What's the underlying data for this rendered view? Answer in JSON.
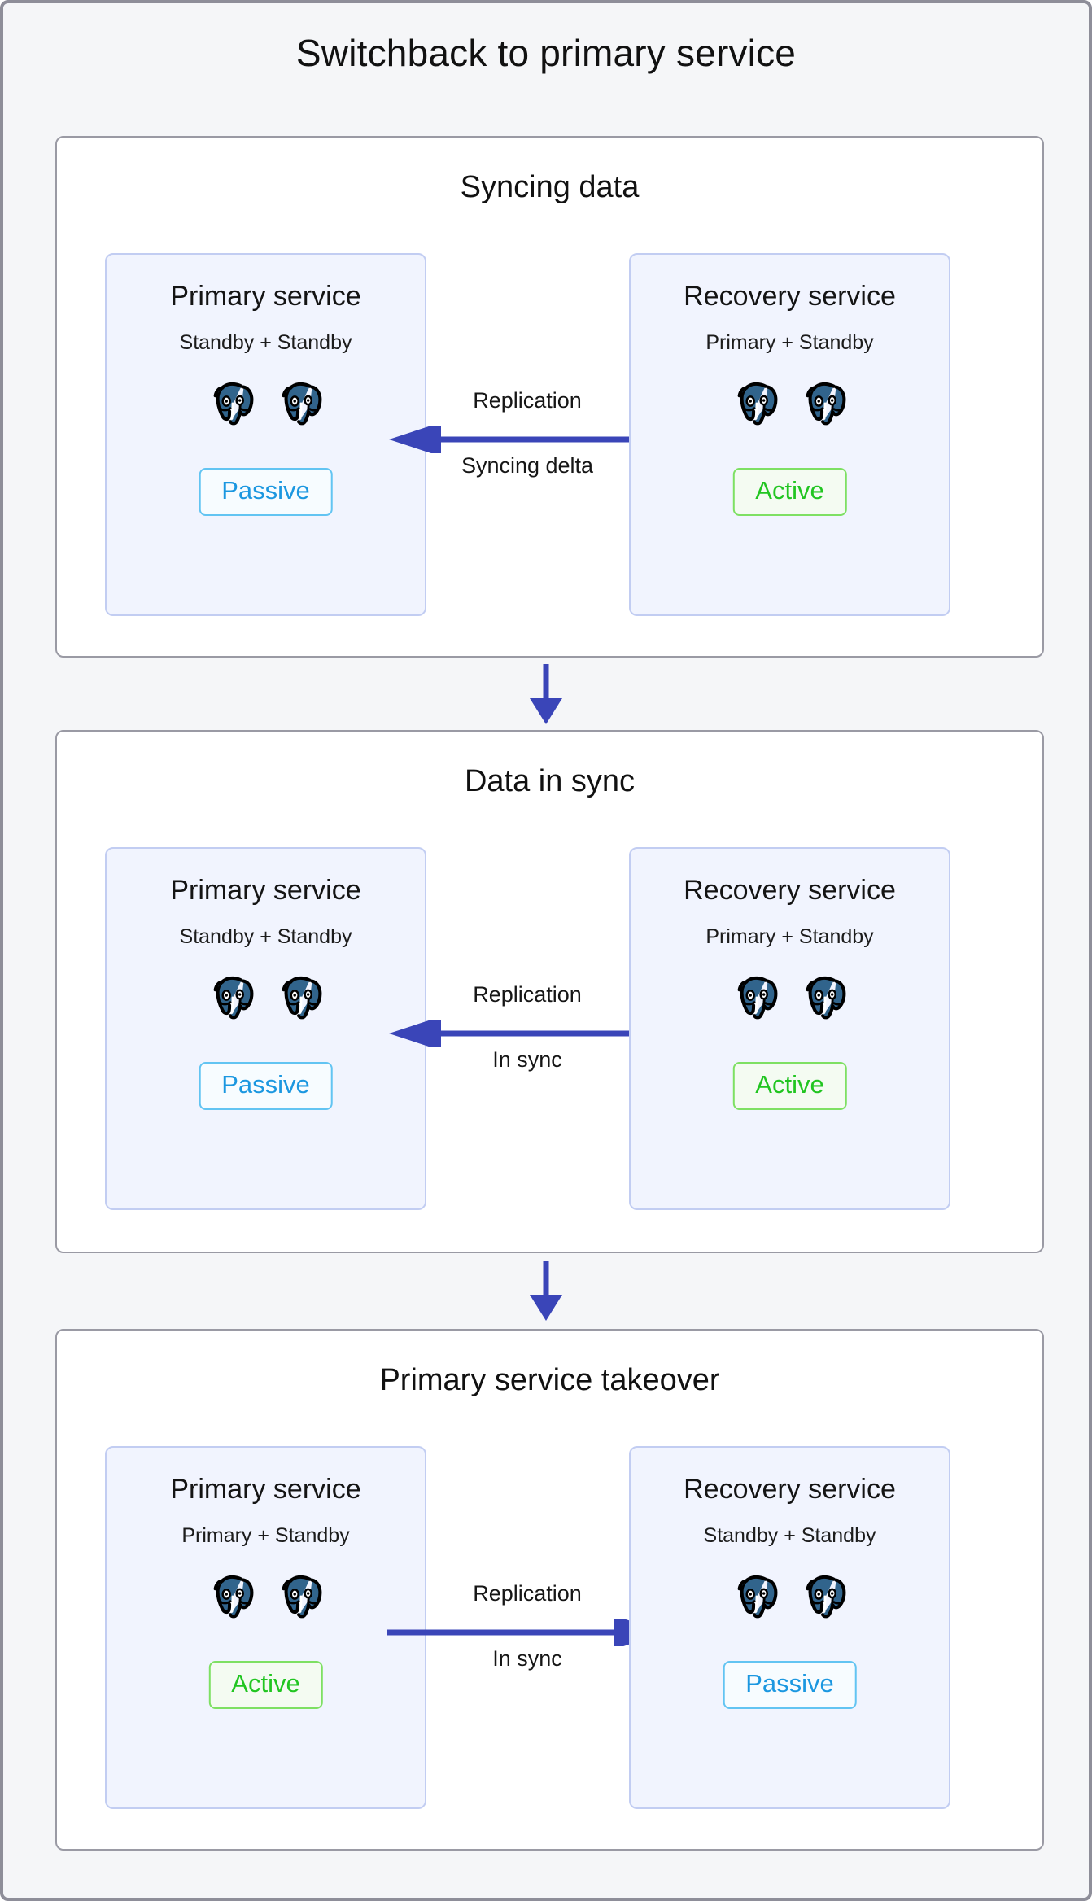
{
  "page": {
    "title": "Switchback to primary service",
    "background_color": "#f5f6f8",
    "border_color": "#8e8e99"
  },
  "colors": {
    "arrow_blue": "#3a45b8",
    "card_fill": "#f1f4fe",
    "card_border": "#c2cdf2",
    "passive_text": "#1b97e0",
    "passive_border": "#62c4f2",
    "active_text": "#21c521",
    "active_border": "#7ee063",
    "postgres_blue": "#31648c"
  },
  "icons": {
    "database": "postgres-elephant-icon",
    "step_connector": "arrow-down-icon",
    "replication_left": "arrow-left-icon",
    "replication_right": "arrow-right-icon"
  },
  "step_connectors": [
    {
      "direction": "down"
    },
    {
      "direction": "down"
    }
  ],
  "stages": [
    {
      "title": "Syncing data",
      "left": {
        "name": "Primary service",
        "roles": "Standby + Standby",
        "databases": 2,
        "status": "Passive",
        "status_kind": "passive"
      },
      "right": {
        "name": "Recovery service",
        "roles": "Primary + Standby",
        "databases": 2,
        "status": "Active",
        "status_kind": "active"
      },
      "replication": {
        "top_label": "Replication",
        "bottom_label": "Syncing delta",
        "direction": "left"
      }
    },
    {
      "title": "Data in sync",
      "left": {
        "name": "Primary service",
        "roles": "Standby + Standby",
        "databases": 2,
        "status": "Passive",
        "status_kind": "passive"
      },
      "right": {
        "name": "Recovery service",
        "roles": "Primary + Standby",
        "databases": 2,
        "status": "Active",
        "status_kind": "active"
      },
      "replication": {
        "top_label": "Replication",
        "bottom_label": "In sync",
        "direction": "left"
      }
    },
    {
      "title": "Primary service takeover",
      "left": {
        "name": "Primary service",
        "roles": "Primary + Standby",
        "databases": 2,
        "status": "Active",
        "status_kind": "active"
      },
      "right": {
        "name": "Recovery service",
        "roles": "Standby + Standby",
        "databases": 2,
        "status": "Passive",
        "status_kind": "passive"
      },
      "replication": {
        "top_label": "Replication",
        "bottom_label": "In sync",
        "direction": "right"
      }
    }
  ]
}
